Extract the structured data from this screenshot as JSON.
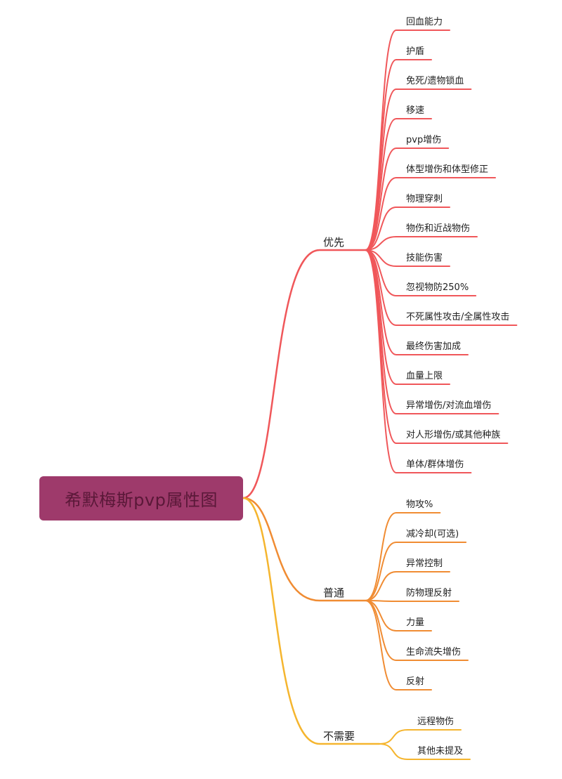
{
  "root": {
    "title": "希默梅斯pvp属性图",
    "color": "#9e3a6b"
  },
  "branches": [
    {
      "label": "优先",
      "color": "#f0575a",
      "items": [
        "回血能力",
        "护盾",
        "免死/遗物锁血",
        "移速",
        "pvp增伤",
        "体型增伤和体型修正",
        "物理穿刺",
        "物伤和近战物伤",
        "技能伤害",
        "忽视物防250%",
        "不死属性攻击/全属性攻击",
        "最终伤害加成",
        "血量上限",
        "异常增伤/对流血增伤",
        "对人形增伤/或其他种族",
        "单体/群体增伤"
      ]
    },
    {
      "label": "普通",
      "color": "#f08c33",
      "items": [
        "物攻%",
        "减冷却(可选)",
        "异常控制",
        "防物理反射",
        "力量",
        "生命流失增伤",
        "反射"
      ]
    },
    {
      "label": "不需要",
      "color": "#f5b52e",
      "items": [
        "远程物伤",
        "其他未提及"
      ]
    }
  ]
}
